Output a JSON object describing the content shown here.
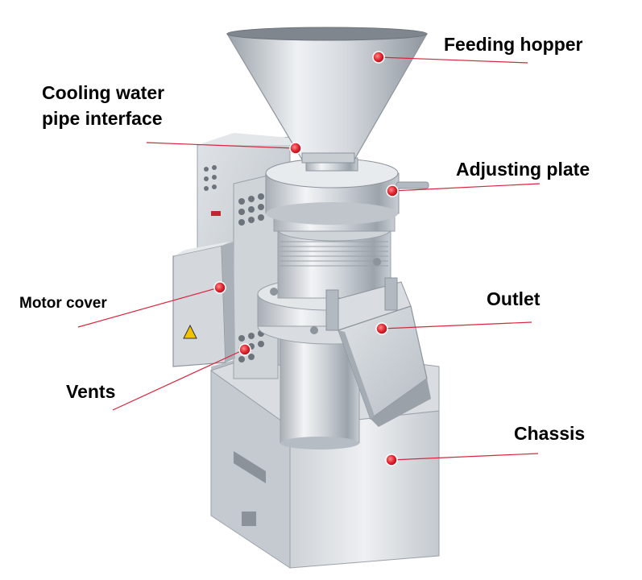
{
  "diagram": {
    "labels": {
      "feeding_hopper": "Feeding hopper",
      "cooling_water_line1": "Cooling water",
      "cooling_water_line2": "pipe interface",
      "adjusting_plate": "Adjusting plate",
      "motor_cover": "Motor cover",
      "outlet": "Outlet",
      "vents": "Vents",
      "chassis": "Chassis"
    },
    "colors": {
      "leader_line": "#d7263d",
      "marker": "#e0242f",
      "label_text": "#000000",
      "steel_light": "#e9ecef",
      "steel_mid": "#c3c8ce",
      "steel_dark": "#8d949c",
      "background": "#ffffff"
    }
  }
}
